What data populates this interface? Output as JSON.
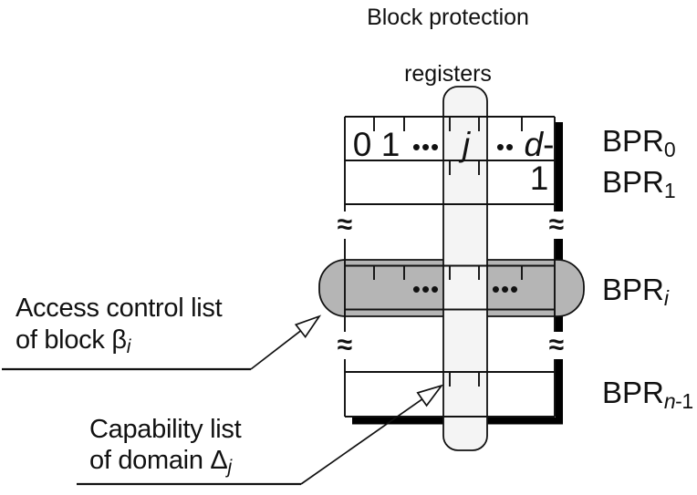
{
  "title": {
    "line1": "Block protection",
    "line2": "registers"
  },
  "table": {
    "header": {
      "c0": "0",
      "c1": "1",
      "dots3": "•••",
      "cj": "j",
      "dots2": "••",
      "cd_italic": "d",
      "cd_plain": "-1"
    },
    "gray_row": {
      "dots_left": "•••",
      "dots_right": "•••"
    },
    "break_symbol": "≈"
  },
  "registers": [
    {
      "base": "BPR",
      "sub_italic": "",
      "sub_plain": "0"
    },
    {
      "base": "BPR",
      "sub_italic": "",
      "sub_plain": "1"
    },
    {
      "base": "BPR",
      "sub_italic": "i",
      "sub_plain": ""
    },
    {
      "base": "BPR",
      "sub_italic": "n",
      "sub_plain": "-1"
    }
  ],
  "annotations": {
    "acl": {
      "line1": "Access control list",
      "line2_pre": "of block ",
      "symbol": "β",
      "sub": "i"
    },
    "cap": {
      "line1": "Capability list",
      "line2_pre": "of domain ",
      "symbol": "Δ",
      "sub": "j"
    }
  },
  "colors": {
    "capsule_gray": "#b5b5b5",
    "column_light": "#f4f4f4",
    "line": "#111111",
    "shadow": "#000000"
  }
}
